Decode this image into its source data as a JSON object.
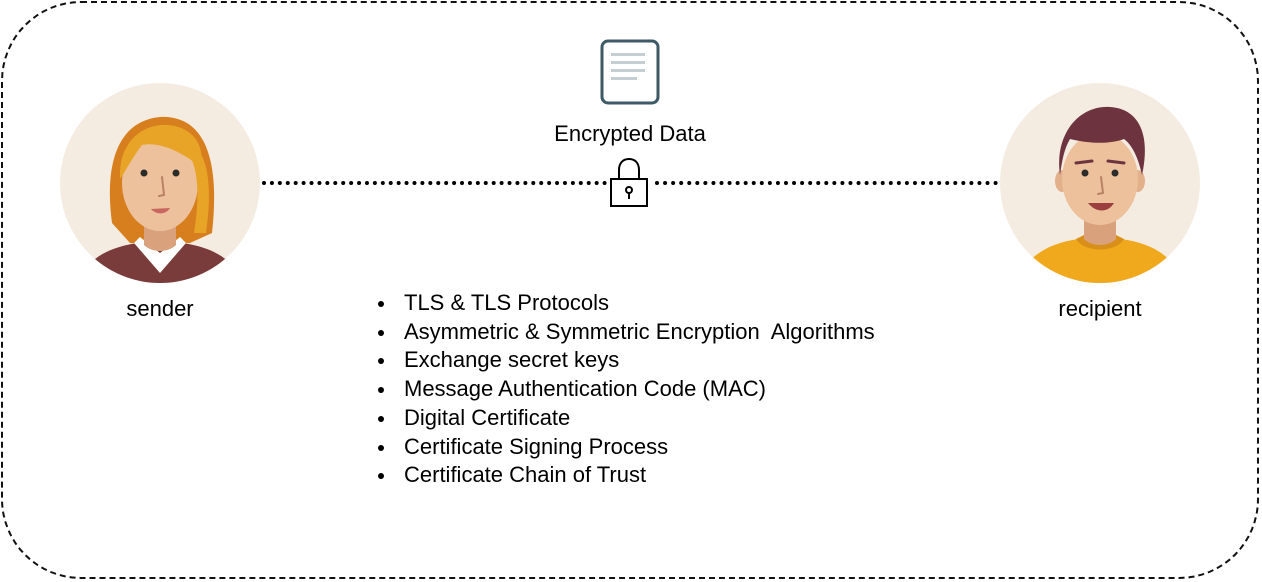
{
  "diagram": {
    "message": {
      "icon": "document-icon",
      "label": "Encrypted Data",
      "lock_icon": "padlock-icon"
    },
    "sender": {
      "icon": "woman-avatar-icon",
      "label": "sender"
    },
    "recipient": {
      "icon": "man-avatar-icon",
      "label": "recipient"
    },
    "topics": [
      "TLS & TLS Protocols",
      "Asymmetric & Symmetric Encryption  Algorithms",
      "Exchange secret keys",
      "Message Authentication Code (MAC)",
      "Digital Certificate",
      "Certificate Signing Process",
      "Certificate Chain of Trust"
    ]
  },
  "colors": {
    "frame_border": "#111111",
    "avatar_background": "#f5ece1",
    "skin": "#ecc19c",
    "sender_hair": "#e8a427",
    "sender_top": "#7a3b3b",
    "recipient_hair": "#6d3440",
    "recipient_shirt": "#f0a81c",
    "icon_stroke": "#3d5a66"
  }
}
